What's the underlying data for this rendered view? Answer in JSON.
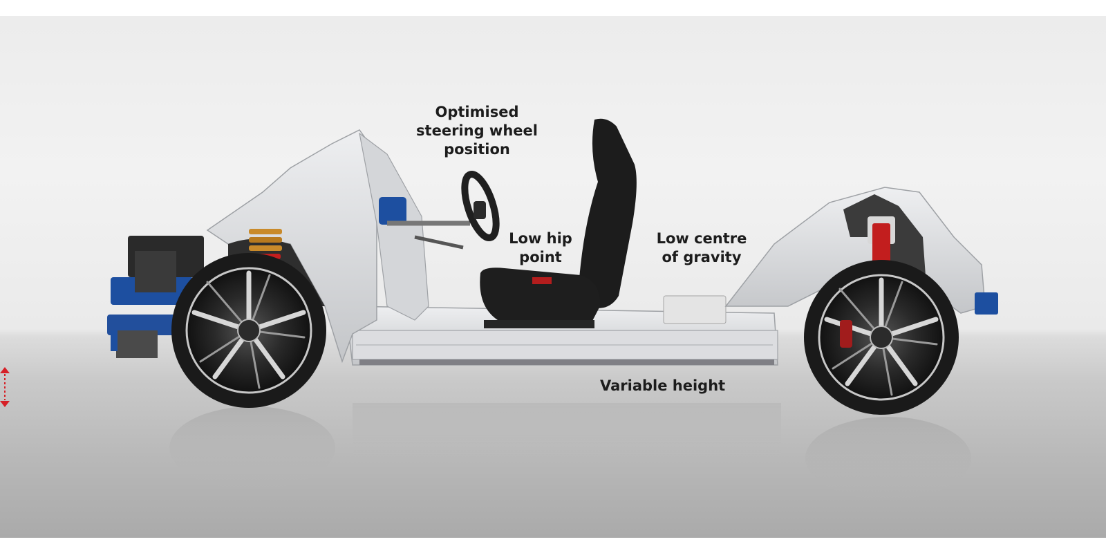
{
  "callouts": {
    "steering": [
      "Optimised",
      "steering wheel",
      "position"
    ],
    "hip": [
      "Low hip",
      "point"
    ],
    "cog": [
      "Low centre",
      "of gravity"
    ],
    "height": "Variable height"
  },
  "colors": {
    "aluminium": "#d9dadc",
    "blue_parts": "#1d4fa0",
    "spring_red": "#c21e1e",
    "seat": "#1c1c1c",
    "tyre": "#1a1a1a",
    "arrow_red": "#d62027"
  }
}
